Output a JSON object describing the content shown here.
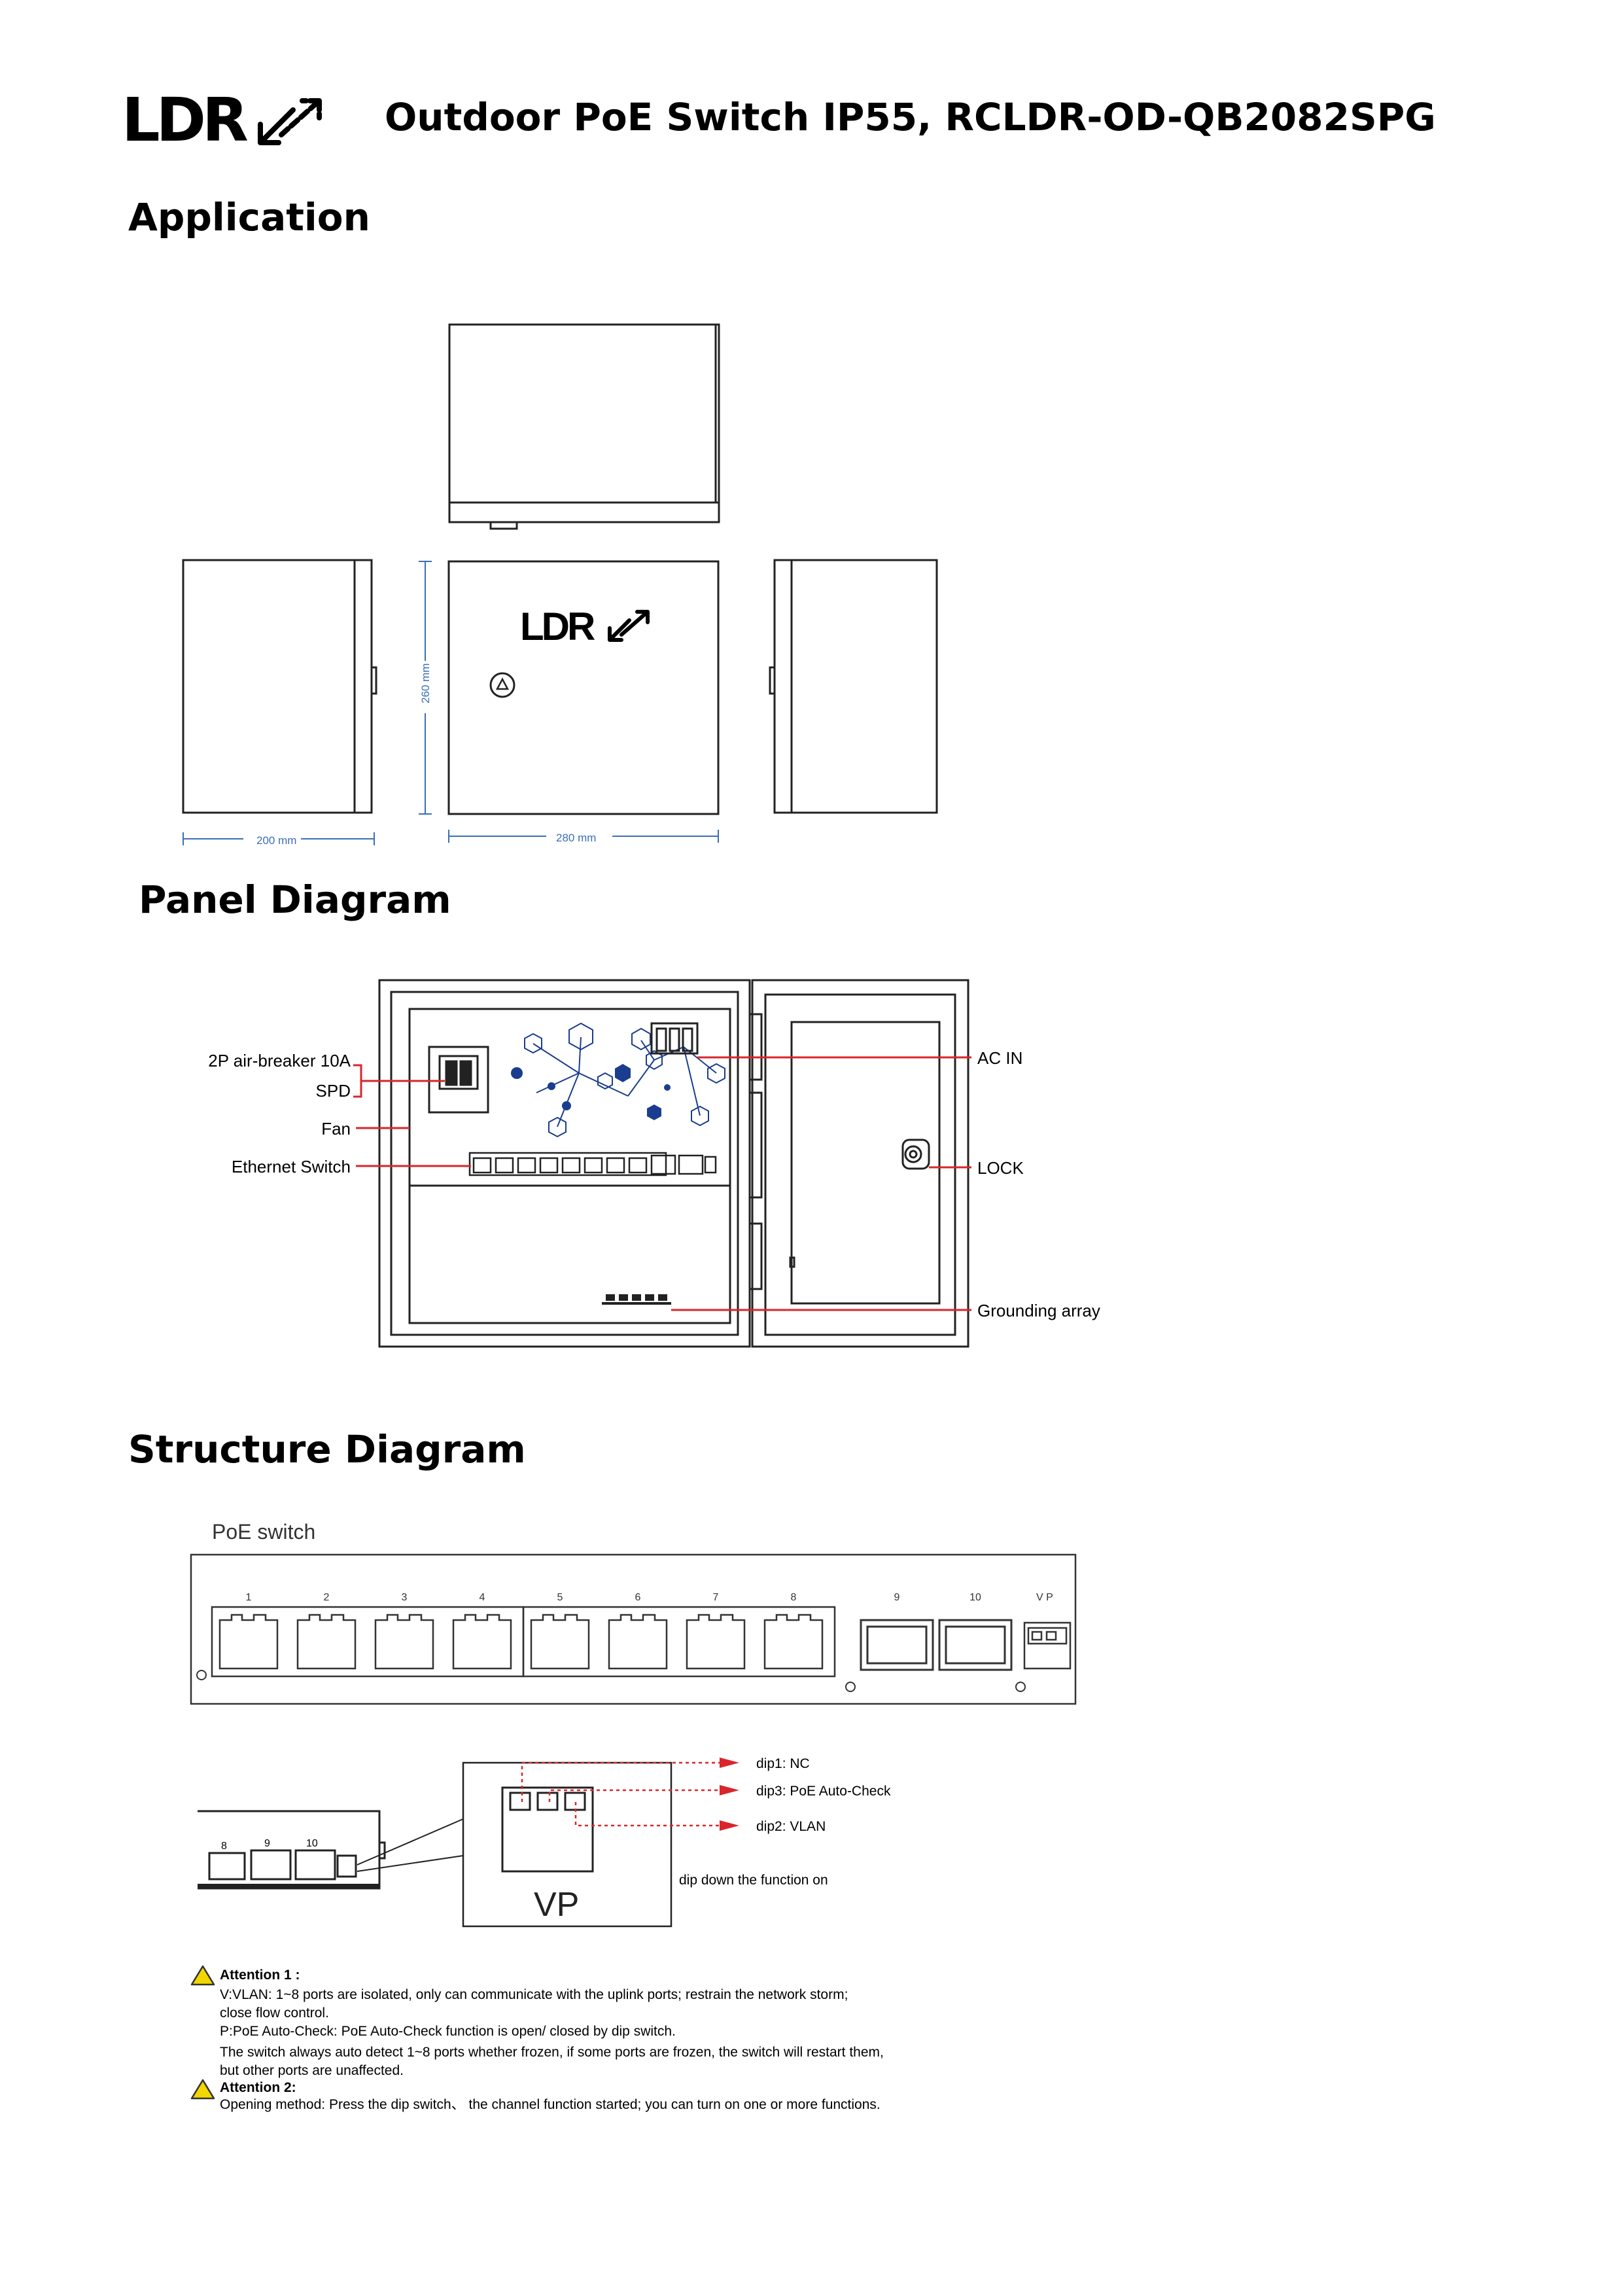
{
  "brand": {
    "logo_text": "LDR",
    "logo_icon": "double-arrow-logo-icon"
  },
  "header": {
    "title": "Outdoor PoE Switch IP55, RCLDR-OD-QB2082SPG"
  },
  "sections": {
    "application": "Application",
    "panel": "Panel Diagram",
    "structure": "Structure Diagram"
  },
  "application": {
    "width_label": "200 mm",
    "length_label": "280 mm",
    "height_label": "260 mm",
    "front_logo": "LDR"
  },
  "panel": {
    "labels": {
      "breaker": "2P air-breaker 10A",
      "spd": "SPD",
      "fan": "Fan",
      "ethernet": "Ethernet Switch",
      "ac_in": "AC IN",
      "lock": "LOCK",
      "grounding": "Grounding array"
    }
  },
  "structure": {
    "switch_title": "PoE switch",
    "port_numbers": [
      "1",
      "2",
      "3",
      "4",
      "5",
      "6",
      "7",
      "8",
      "9",
      "10"
    ],
    "vp_label": "V P",
    "dip_labels": [
      "dip1: NC",
      "dip3: PoE Auto-Check",
      "dip2: VLAN"
    ],
    "dip_down": "dip down the function  on",
    "vp_box": "VP",
    "mini_ports": [
      "8",
      "9",
      "10"
    ]
  },
  "attention": {
    "title1": "Attention 1 :",
    "lines1": [
      "V:VLAN: 1~8 ports are isolated, only can communicate with the uplink ports; restrain the network storm;",
      "close flow control.",
      "P:PoE Auto-Check: PoE Auto-Check function is open/ closed by dip switch.",
      "The switch always auto detect  1~8 ports  whether frozen, if some ports are frozen, the switch will restart them,",
      "but other ports are unaffected."
    ],
    "title2": "Attention 2:",
    "lines2": [
      "Opening method: Press the dip switch、 the channel function started; you can turn on one or more functions."
    ],
    "warning_icon": "warning-triangle-icon",
    "accent_color": "#f2d600"
  },
  "colors": {
    "dimension_line": "#3a6fb8",
    "callout_red": "#d9262b",
    "network_blue": "#1a3d8f"
  }
}
